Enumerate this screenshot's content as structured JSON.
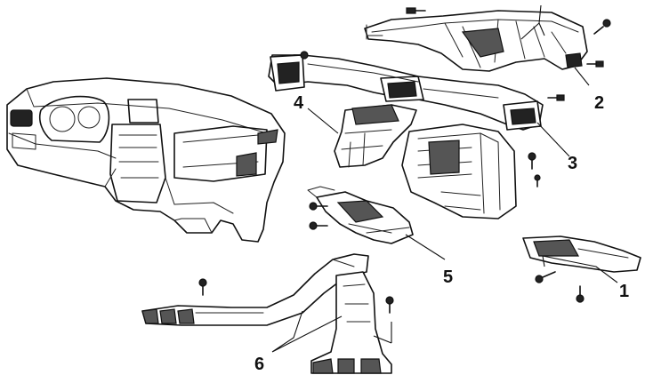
{
  "diagram": {
    "callouts": [
      {
        "id": "1",
        "text": "1"
      },
      {
        "id": "2",
        "text": "2"
      },
      {
        "id": "3",
        "text": "3"
      },
      {
        "id": "4",
        "text": "4"
      },
      {
        "id": "5",
        "text": "5"
      },
      {
        "id": "6",
        "text": "6"
      }
    ],
    "parts": [
      {
        "id": "dashboard",
        "icon": "dashboard-panel"
      },
      {
        "id": "defroster-duct",
        "icon": "defroster-duct"
      },
      {
        "id": "center-vent-duct",
        "icon": "vent-duct"
      },
      {
        "id": "center-bracket",
        "icon": "bracket"
      },
      {
        "id": "heater-unit",
        "icon": "heater-box"
      },
      {
        "id": "floor-duct-connector",
        "icon": "connector-duct"
      },
      {
        "id": "rear-floor-ducts",
        "icon": "floor-duct"
      },
      {
        "id": "side-duct",
        "icon": "side-duct"
      },
      {
        "id": "screws",
        "icon": "screw-icon"
      }
    ]
  }
}
